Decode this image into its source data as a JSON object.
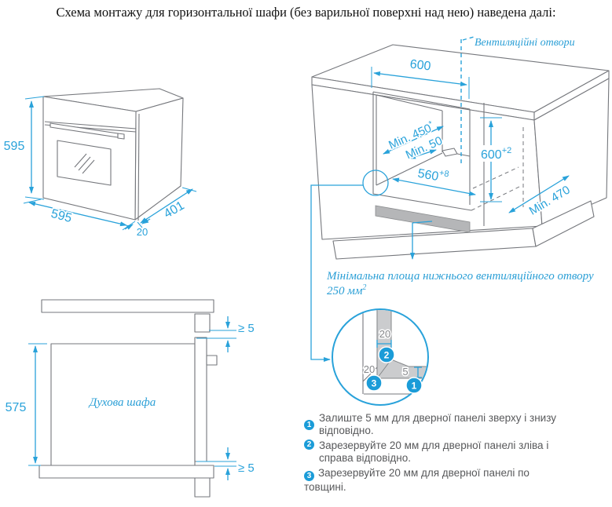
{
  "title": "Схема монтажу для горизонтальної шафи (без варильної поверхні над нею) наведена далі:",
  "colors": {
    "accent": "#29a2da",
    "accent2": "#1b9cd8",
    "ink": "#75777c",
    "textgray": "#58595b",
    "bluetext": "#2b9fd6",
    "panelgray": "#cbccce",
    "ventgray": "#b5b6b8"
  },
  "oven_iso": {
    "dim_height": "595",
    "dim_width": "595",
    "dim_depth": "401",
    "dim_door": "20"
  },
  "cabinet": {
    "vent_label": "Вентиляційні отвори",
    "dim_top": "600",
    "dim_min450": "Min. 450",
    "dim_min450_sup": "*",
    "dim_min50": "Min. 50",
    "dim_h": "600",
    "dim_h_sup": "+2",
    "dim_w": "560",
    "dim_w_sup": "+8",
    "dim_min470": "Min. 470",
    "caption": "Мінімальна площа нижнього вентиляційного отвору 250 мм",
    "caption_sup": "2"
  },
  "section": {
    "dim_height": "575",
    "oven_label": "Духова шафа",
    "gap_top": "≥ 5",
    "gap_bottom": "≥ 5"
  },
  "detail": {
    "dim_top": "20",
    "dim_left": "20",
    "dim_gap": "5",
    "badge1": "1",
    "badge2": "2",
    "badge3": "3"
  },
  "notes": [
    {
      "num": "1",
      "text": "Залиште 5 мм для дверної панелі зверху і знизу\nвідповідно."
    },
    {
      "num": "2",
      "text": "Зарезервуйте 20 мм для дверної панелі зліва і\nсправа відповідно."
    },
    {
      "num": "3",
      "text": "Зарезервуйте 20 мм для дверної панелі по\nтовщині."
    }
  ]
}
